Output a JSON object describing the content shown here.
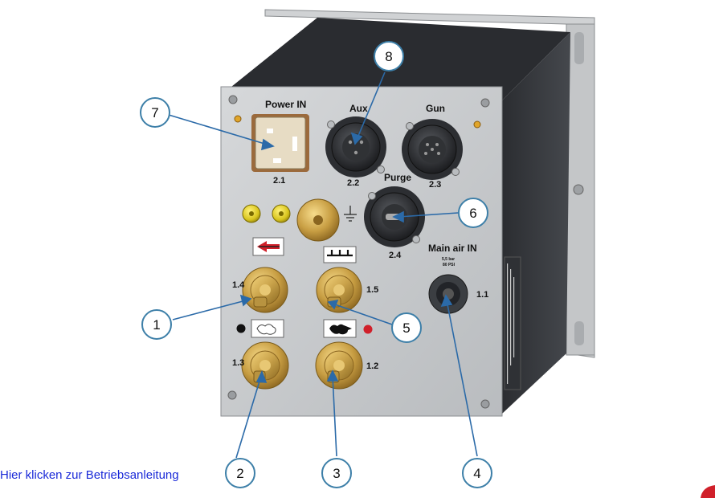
{
  "labels": {
    "power_in": "Power IN",
    "aux": "Aux",
    "gun": "Gun",
    "purge": "Purge",
    "main_air_in": "Main air IN",
    "pressure_bar": "5,5 bar",
    "pressure_psi": "80 PSI",
    "p2_1": "2.1",
    "p2_2": "2.2",
    "p2_3": "2.3",
    "p2_4": "2.4",
    "p1_1": "1.1",
    "p1_2": "1.2",
    "p1_3": "1.3",
    "p1_4": "1.4",
    "p1_5": "1.5"
  },
  "callouts": [
    "1",
    "2",
    "3",
    "4",
    "5",
    "6",
    "7",
    "8"
  ],
  "link": {
    "text": "Hier klicken zur Betriebsanleitung"
  },
  "colors": {
    "callout_stroke": "#3d7fa8",
    "arrow_blue": "#2b6aa8",
    "panel_gray": "#c9cccf",
    "box_dark": "#3a3d42",
    "brass": "#c9a24a",
    "link_blue": "#1a2ad8"
  }
}
